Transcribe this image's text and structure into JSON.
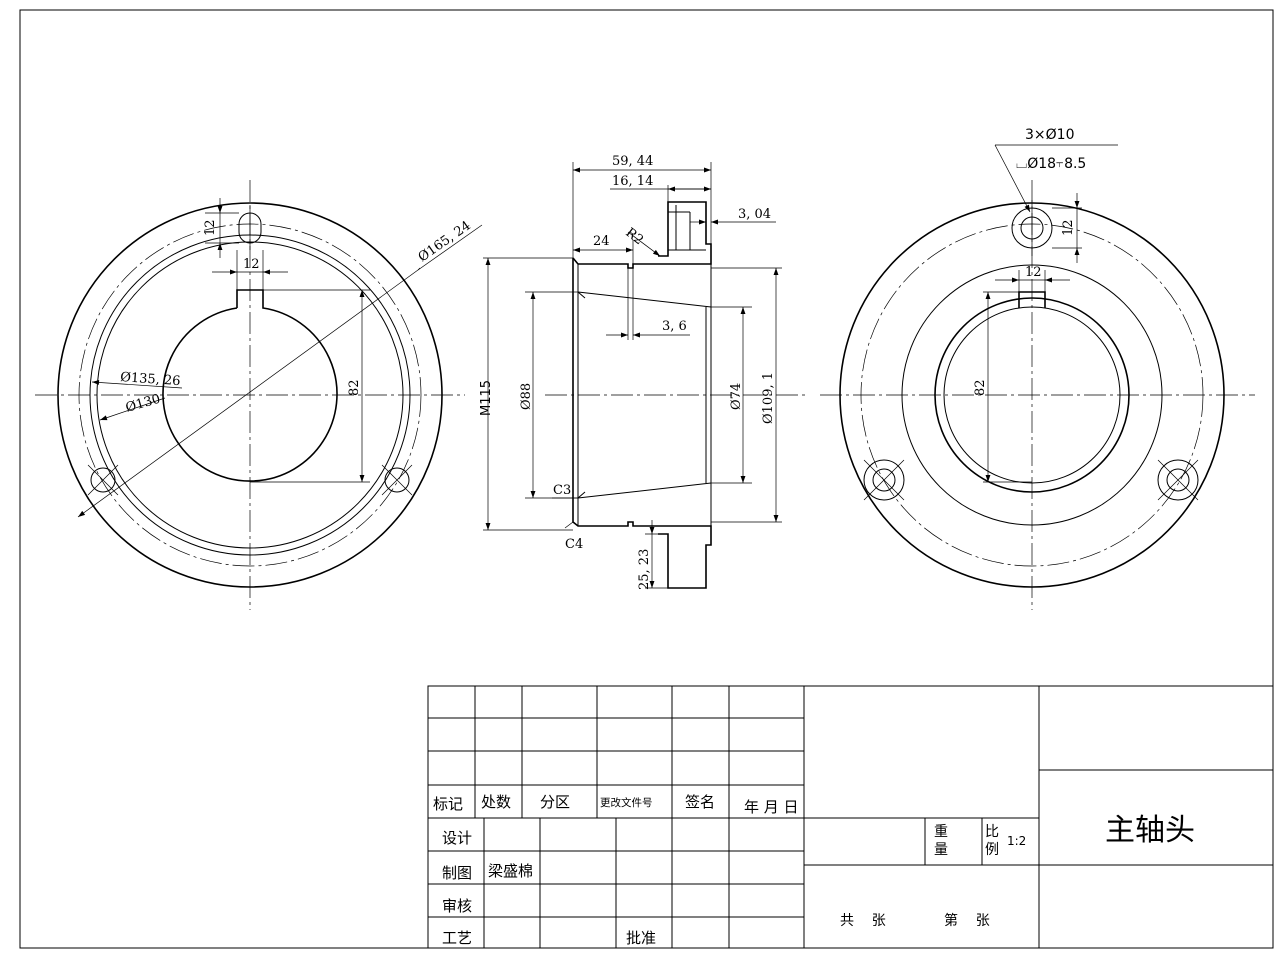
{
  "drawing": {
    "left_view": {
      "dims": {
        "d165": "Ø165, 24",
        "d135": "Ø135, 26",
        "d130": "Ø130",
        "key_width": "12",
        "slot_height": "12",
        "key_depth": "82"
      }
    },
    "section_view": {
      "dims": {
        "len_total": "59, 44",
        "len_flange": "16, 14",
        "w3_04": "3, 04",
        "w24": "24",
        "r2": "R2",
        "w3_6": "3, 6",
        "thread": "M115",
        "d88": "Ø88",
        "d74": "Ø74",
        "d109": "Ø109, 1",
        "c3": "C3",
        "c4": "C4",
        "h25_23": "25, 23"
      }
    },
    "right_view": {
      "dims": {
        "holes": "3×Ø10",
        "counterbore": "⌴Ø18⫟8.5",
        "slot_height": "12",
        "key_width": "12",
        "key_depth": "82"
      }
    }
  },
  "title_block": {
    "headers": [
      "标记",
      "处数",
      "分区",
      "更改文件号",
      "签名",
      "年 月 日"
    ],
    "labels": {
      "design": "设计",
      "drafting": "制图",
      "review": "审核",
      "process": "工艺",
      "approve": "批准",
      "drafter_name": "梁盛棉",
      "weight": "重\n量",
      "weight_top": "重",
      "weight_bot": "量",
      "scale_top": "比",
      "scale_bot": "例",
      "scale_value": "1:2",
      "sheets_total": "共    张",
      "sheet_no": "第    张"
    },
    "part_name": "主轴头"
  }
}
